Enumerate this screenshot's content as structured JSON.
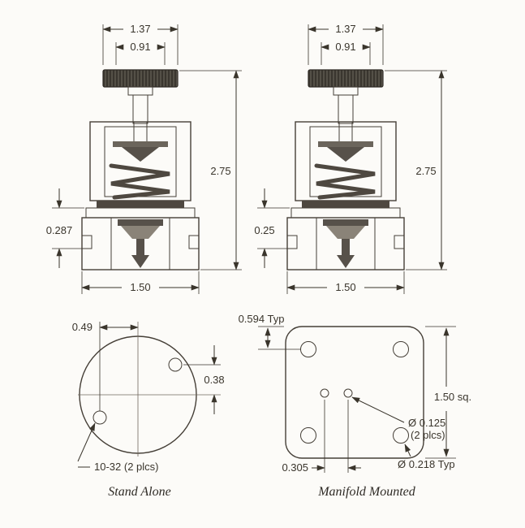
{
  "colors": {
    "line": "#3a352c",
    "outline": "#453f37",
    "knob_dark": "#3a362f",
    "hatch_tan": "#d8d1c2",
    "background": "#fcfbf8"
  },
  "views": {
    "stand_alone_section": {
      "dims": {
        "knob_outer_width": "1.37",
        "knob_inner_width": "0.91",
        "overall_height": "2.75",
        "port_height": "0.287",
        "base_width": "1.50"
      }
    },
    "manifold_section": {
      "dims": {
        "knob_outer_width": "1.37",
        "knob_inner_width": "0.91",
        "overall_height": "2.75",
        "port_height": "0.25",
        "base_width": "1.50"
      }
    },
    "stand_alone_bottom": {
      "dims": {
        "hole_offset_horizontal": "0.49",
        "hole_offset_vertical": "0.38",
        "thread_callout": "10-32 (2 plcs)"
      },
      "caption": "Stand Alone"
    },
    "manifold_bottom": {
      "dims": {
        "hole_edge_offset": "0.594 Typ",
        "flange_size": "1.50 sq.",
        "port_diameter": "Ø 0.125",
        "port_diameter_qty": "(2 plcs)",
        "mount_hole_diameter": "Ø 0.218 Typ",
        "port_spacing": "0.305"
      },
      "caption": "Manifold Mounted"
    }
  }
}
